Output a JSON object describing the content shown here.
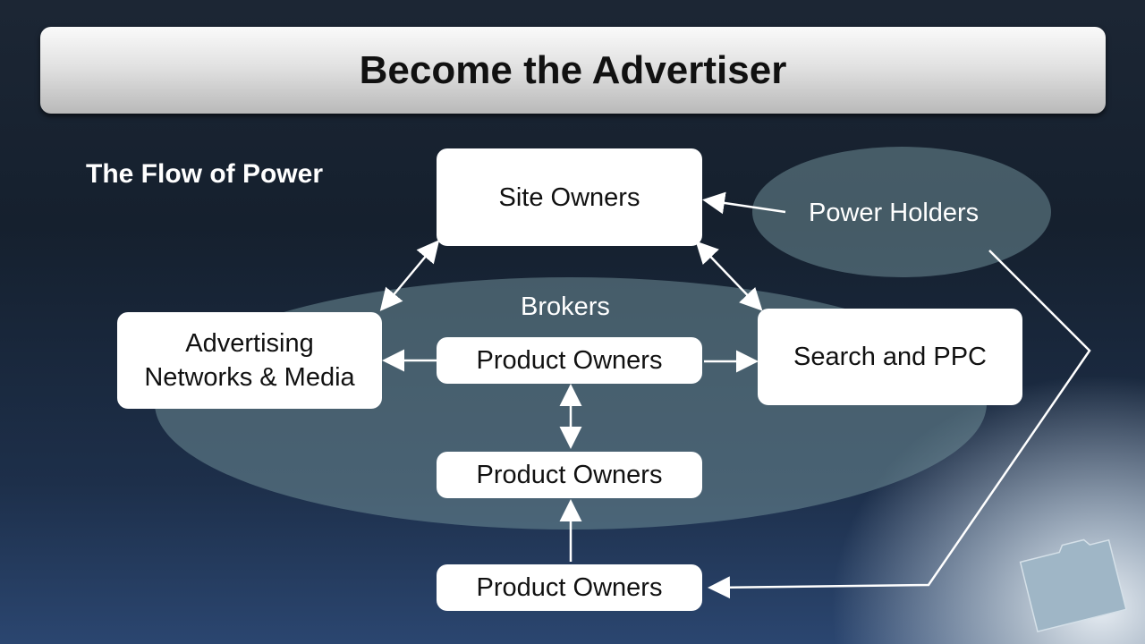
{
  "title": "Become the Advertiser",
  "subtitle": "The Flow of Power",
  "groups": {
    "brokers": "Brokers",
    "power_holders": "Power Holders"
  },
  "nodes": {
    "site_owners": "Site Owners",
    "ad_networks_line1": "Advertising",
    "ad_networks_line2": "Networks & Media",
    "search_ppc": "Search and PPC",
    "product_owners_1": "Product Owners",
    "product_owners_2": "Product Owners",
    "product_owners_3": "Product Owners"
  },
  "colors": {
    "background": "#1a2432",
    "ellipse": "#5f7a85",
    "box": "#ffffff"
  }
}
